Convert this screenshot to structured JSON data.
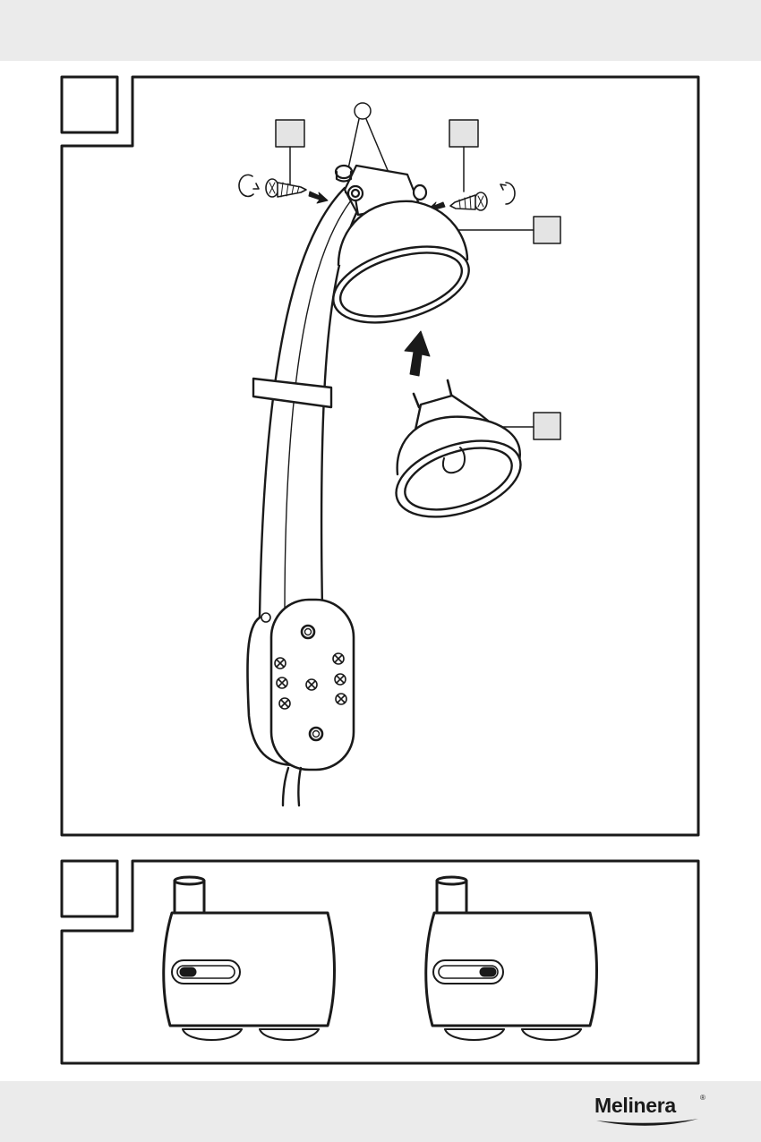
{
  "brand": {
    "name": "Melinera",
    "registered_mark": "®"
  },
  "figures": [
    {
      "id": "figure-1",
      "number_box_text": "",
      "callouts": [
        "",
        "",
        "",
        "",
        ""
      ]
    },
    {
      "id": "figure-2",
      "number_box_text": "",
      "pumps": [
        {
          "switch_position": "left"
        },
        {
          "switch_position": "right"
        }
      ]
    }
  ],
  "colors": {
    "line": "#1a1a1a",
    "band": "#ebebeb",
    "callout_fill": "#e4e4e4"
  }
}
